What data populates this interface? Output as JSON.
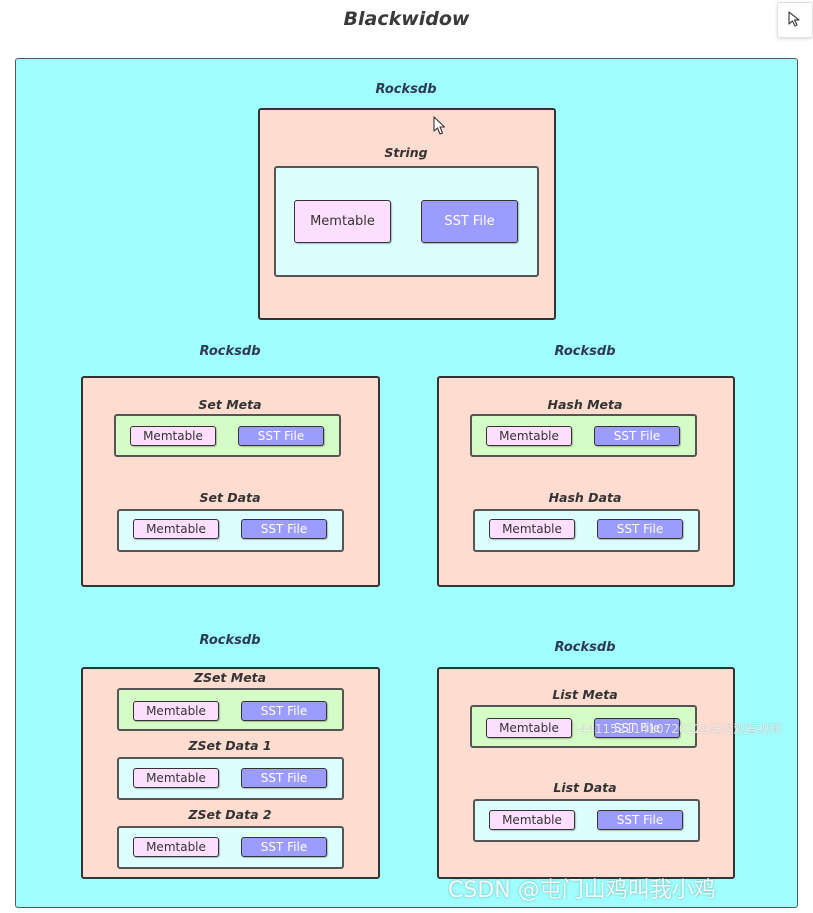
{
  "title": "Blackwidow",
  "groups": {
    "string": {
      "rocksdb_label": "Rocksdb",
      "section": "String",
      "memtable": "Memtable",
      "sst": "SST File"
    },
    "set": {
      "rocksdb_label": "Rocksdb",
      "meta": {
        "label": "Set Meta",
        "memtable": "Memtable",
        "sst": "SST File"
      },
      "data": {
        "label": "Set Data",
        "memtable": "Memtable",
        "sst": "SST File"
      }
    },
    "hash": {
      "rocksdb_label": "Rocksdb",
      "meta": {
        "label": "Hash Meta",
        "memtable": "Memtable",
        "sst": "SST File"
      },
      "data": {
        "label": "Hash Data",
        "memtable": "Memtable",
        "sst": "SST File"
      }
    },
    "zset": {
      "rocksdb_label": "Rocksdb",
      "meta": {
        "label": "ZSet Meta",
        "memtable": "Memtable",
        "sst": "SST File"
      },
      "data1": {
        "label": "ZSet Data 1",
        "memtable": "Memtable",
        "sst": "SST File"
      },
      "data2": {
        "label": "ZSet Data 2",
        "memtable": "Memtable",
        "sst": "SST File"
      }
    },
    "list": {
      "rocksdb_label": "Rocksdb",
      "meta": {
        "label": "List Meta",
        "memtable": "Memtable",
        "sst": "SST File"
      },
      "data": {
        "label": "List Data",
        "memtable": "Memtable",
        "sst": "SST File"
      }
    }
  },
  "overlay_text": "144115211410720229正在观看视频",
  "watermark": "CSDN @屯门山鸡叫我小鸡",
  "colors": {
    "outer_bg": "#9ffefe",
    "db_bg": "#fedcd0",
    "meta_bg": "#d5fcc7",
    "data_bg": "#dcfefe",
    "memtable_bg": "#ffdfff",
    "sst_bg": "#9c9cfe"
  },
  "icons": [
    "cursor-pointer-icon",
    "mouse-cursor-icon"
  ]
}
